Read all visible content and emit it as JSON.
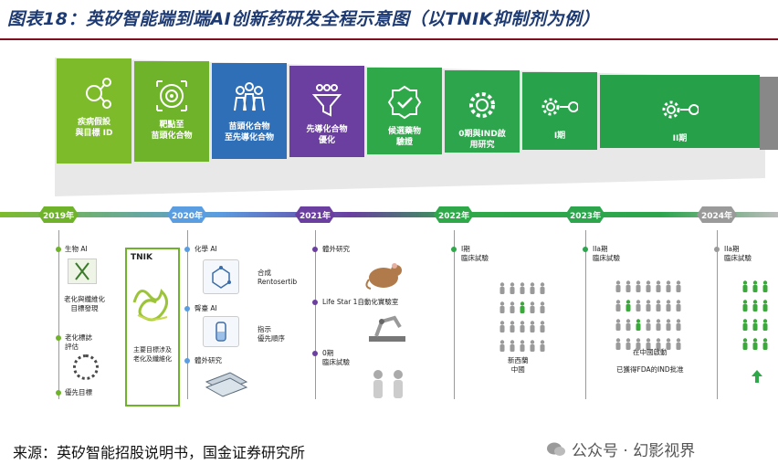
{
  "title": "图表18：英矽智能端到端AI创新药研发全程示意图（以TNIK抑制剂为例）",
  "stages": [
    {
      "label": "疾病假設\n與目標 ID",
      "color": "#7dbb2b",
      "icon": "bulb-network-icon"
    },
    {
      "label": "靶點至\n苗頭化合物",
      "color": "#6fb32a",
      "icon": "target-icon"
    },
    {
      "label": "苗頭化合物\n至先導化合物",
      "color": "#2e6fb8",
      "icon": "team-icon"
    },
    {
      "label": "先導化合物\n優化",
      "color": "#6a3fa0",
      "icon": "funnel-icon"
    },
    {
      "label": "候選藥物\n驗證",
      "color": "#2fa84a",
      "icon": "badge-check-icon"
    },
    {
      "label": "0期與IND啟\n用研究",
      "color": "#2ca54d",
      "icon": "gear-icon"
    },
    {
      "label": "I期",
      "color": "#28a24b",
      "icon": "gear-flow-icon"
    },
    {
      "label": "II期",
      "color": "#26a049",
      "icon": "gear-flow-icon"
    }
  ],
  "timeline": {
    "years": [
      "2019年",
      "2020年",
      "2021年",
      "2022年",
      "2023年",
      "2024年"
    ],
    "colors": [
      "#6fb32a",
      "#5a9de0",
      "#6a3fa0",
      "#2fa84a",
      "#2ca54d",
      "#9a9a9a"
    ]
  },
  "col2019": {
    "items": [
      "生物 AI",
      "老化與纖維化\n目標發現",
      "老化標誌\n評估",
      "優先目標"
    ]
  },
  "tnik_box": {
    "title": "TNIK",
    "caption": "主要目標涉及\n老化及纖維化"
  },
  "col2020": {
    "items": [
      "化學 AI",
      "合成\nRentosertib",
      "臀臺 AI",
      "指示\n優先順序",
      "體外研究"
    ]
  },
  "col2021": {
    "items": [
      "體外研究",
      "Life Star 1自動化實驗室",
      "0期\n臨床試驗"
    ]
  },
  "col2022": {
    "items": [
      "I期\n臨床試驗",
      "新西蘭\n中國"
    ]
  },
  "col2023": {
    "items": [
      "IIa期\n臨床試驗",
      "在中國啟動",
      "已獲得FDA的IND批准"
    ]
  },
  "col2024": {
    "items": [
      "IIa期\n臨床試驗"
    ]
  },
  "footer": "来源：英矽智能招股说明书，国金证券研究所",
  "watermark": "公众号 · 幻影视界"
}
